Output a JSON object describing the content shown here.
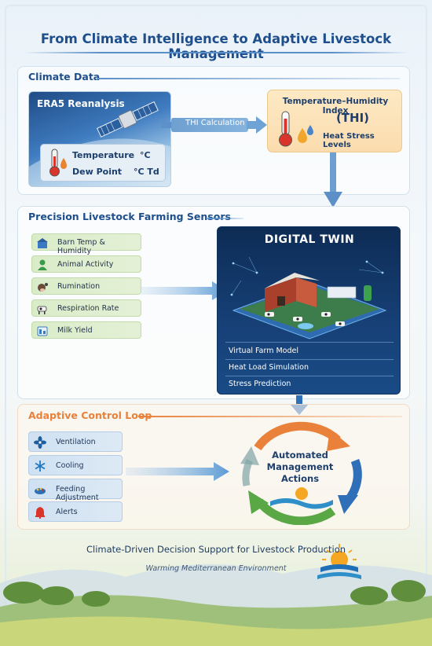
{
  "title": "From Climate Intelligence to Adaptive Livestock Management",
  "climate": {
    "heading": "Climate Data",
    "source_title": "ERA5 Reanalysis",
    "temperature_label": "Temperature",
    "temperature_unit": "°C",
    "dewpoint_label": "Dew Point",
    "dewpoint_unit": "°C Td",
    "calc_label": "THI Calculation",
    "thi_title_line1": "Temperature–Humidity Index",
    "thi_title_line2": "(THI)",
    "thi_sub": "Heat Stress Levels"
  },
  "sensors": {
    "heading": "Precision Livestock Farming Sensors",
    "items": [
      {
        "label": "Barn Temp & Humidity",
        "icon": "barn-icon"
      },
      {
        "label": "Animal Activity",
        "icon": "activity-icon"
      },
      {
        "label": "Rumination",
        "icon": "cow-head-icon"
      },
      {
        "label": "Respiration Rate",
        "icon": "cow-icon"
      },
      {
        "label": "Milk Yield",
        "icon": "milk-icon"
      }
    ]
  },
  "twin": {
    "title": "DIGITAL TWIN",
    "items": [
      "Virtual Farm Model",
      "Heat Load Simulation",
      "Stress Prediction"
    ]
  },
  "control": {
    "heading": "Adaptive Control Loop",
    "items": [
      {
        "label": "Ventilation",
        "icon": "fan-icon"
      },
      {
        "label": "Cooling",
        "icon": "snowflake-icon"
      },
      {
        "label": "Feeding Adjustment",
        "icon": "feed-icon"
      },
      {
        "label": "Alerts",
        "icon": "alert-icon"
      }
    ],
    "cycle_line1": "Automated",
    "cycle_line2": "Management",
    "cycle_line3": "Actions"
  },
  "footer": {
    "main": "Climate-Driven Decision Support for Livestock Production",
    "sub": "Warming Mediterranean Environment"
  },
  "colors": {
    "title_blue": "#1e4f8c",
    "sensor_green": "#d9ecc8",
    "control_orange": "#e9813a",
    "loop_blue": "#2f6fb7",
    "loop_green": "#5aa746"
  }
}
